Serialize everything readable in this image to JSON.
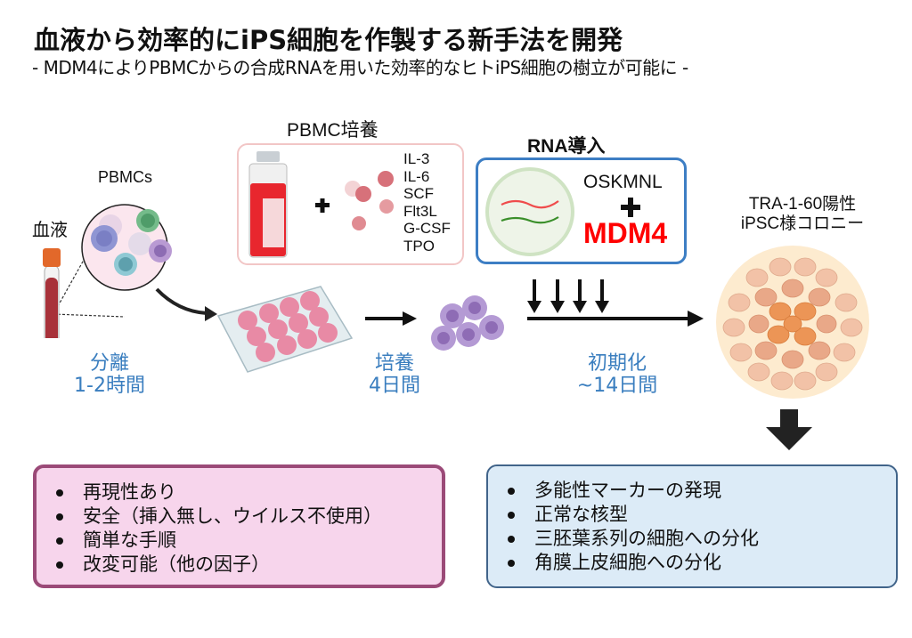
{
  "header": {
    "title": "血液から効率的にiPS細胞を作製する新手法を開発",
    "subtitle": "- MDM4によりPBMCからの合成RNAを用いた効率的なヒトiPS細胞の樹立が可能に -"
  },
  "source": {
    "blood_label": "血液",
    "pbmc_label": "PBMCs"
  },
  "culture": {
    "title": "PBMC培養",
    "plus": "+",
    "factors": [
      "IL-3",
      "IL-6",
      "SCF",
      "Flt3L",
      "G-CSF",
      "TPO"
    ]
  },
  "rna": {
    "title": "RNA導入",
    "factors_label": "OSKMNL",
    "plus": "+",
    "highlight_label": "MDM4",
    "highlight_color": "#ff0000"
  },
  "result": {
    "line1": "TRA-1-60陽性",
    "line2": "iPSC様コロニー"
  },
  "steps": [
    {
      "line1": "分離",
      "line2": "1-2時間"
    },
    {
      "line1": "培養",
      "line2": "4日間"
    },
    {
      "line1": "初期化",
      "line2": "~14日間"
    }
  ],
  "advantages": {
    "items": [
      "再現性あり",
      "安全（挿入無し、ウイルス不使用）",
      "簡単な手順",
      "改変可能（他の因子）"
    ]
  },
  "validation": {
    "items": [
      "多能性マーカーの発現",
      "正常な核型",
      "三胚葉系列の細胞への分化",
      "角膜上皮細胞への分化"
    ]
  },
  "colors": {
    "step_label": "#3a7ebf",
    "advantages_bg": "#f7d5ec",
    "advantages_border": "#9b4a78",
    "validation_bg": "#dcebf7",
    "validation_border": "#41648a",
    "rna_box_border": "#3d7ec4",
    "culture_box_border": "#f2c6c6"
  }
}
